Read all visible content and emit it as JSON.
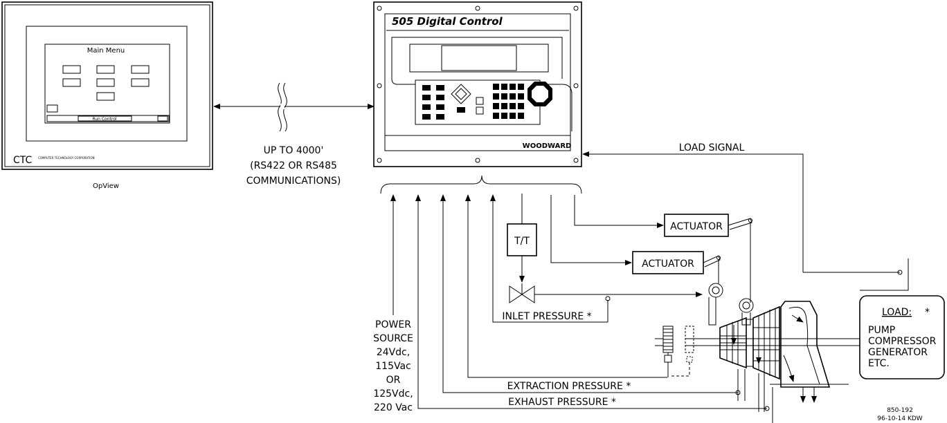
{
  "hmi": {
    "screen_title": "Main Menu",
    "footer_button": "Run Control",
    "brand_text": "CTC",
    "brand_subtext": "COMPUTER TECHNOLOGY CORPORATION",
    "caption": "OpView"
  },
  "controller": {
    "model_label": "505 Digital Control",
    "brand": "WOODWARD"
  },
  "link": {
    "line1": "UP TO 4000'",
    "line2": "(RS422 OR RS485",
    "line3": "COMMUNICATIONS)"
  },
  "signals": {
    "load_signal": "LOAD SIGNAL",
    "inlet_pressure": "INLET PRESSURE *",
    "extraction_pressure": "EXTRACTION PRESSURE *",
    "exhaust_pressure": "EXHAUST PRESSURE *"
  },
  "power": {
    "lines": [
      "POWER",
      "SOURCE",
      "24Vdc,",
      "115Vac",
      "OR",
      "125Vdc,",
      "220 Vac"
    ]
  },
  "components": {
    "transducer": "T/T",
    "actuator_1": "ACTUATOR",
    "actuator_2": "ACTUATOR"
  },
  "load": {
    "title": "LOAD:",
    "asterisk": "*",
    "lines": [
      "PUMP",
      "COMPRESSOR",
      "GENERATOR",
      "ETC."
    ]
  },
  "drawing": {
    "number": "850-192",
    "date": "96-10-14 KDW"
  }
}
